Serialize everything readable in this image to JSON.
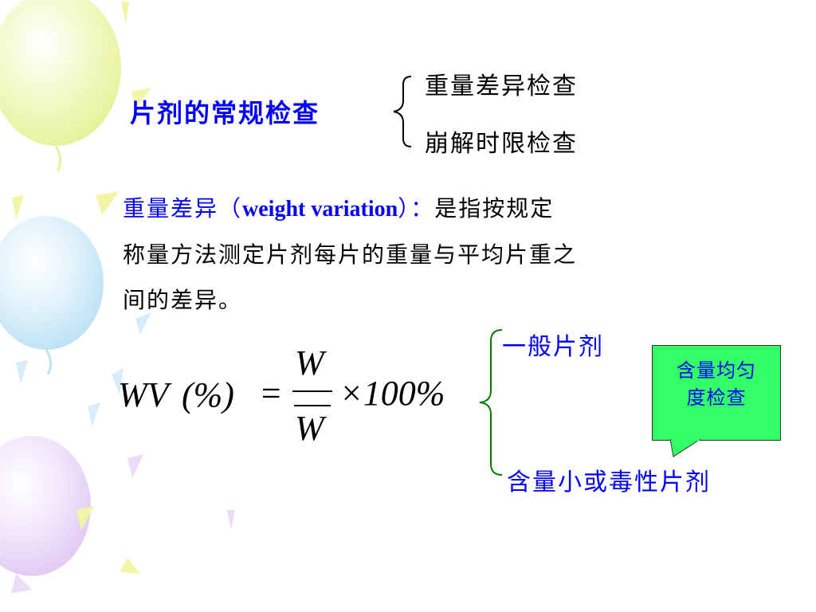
{
  "main_topic": "片剂的常规检查",
  "subitems": [
    "重量差异检查",
    "崩解时限检查"
  ],
  "definition": {
    "term_cn": "重量差异（",
    "term_en": "weight variation",
    "term_close": "）：",
    "line1_rest": "是指按规定",
    "line2": "称量方法测定片剂每片的重量与平均片重之",
    "line3": "间的差异。"
  },
  "formula": {
    "lhs": "WV",
    "paren": "(%)",
    "equals": "=",
    "numerator": "W",
    "denominator": "W",
    "times": "×100%"
  },
  "tablet_types": {
    "top": "一般片剂",
    "bottom": "含量小或毒性片剂"
  },
  "callout": {
    "line1": "含量均匀",
    "line2": "度检查"
  },
  "colors": {
    "text_blue": "#0000ff",
    "text_black": "#000000",
    "callout_fill": "#33ff66"
  }
}
